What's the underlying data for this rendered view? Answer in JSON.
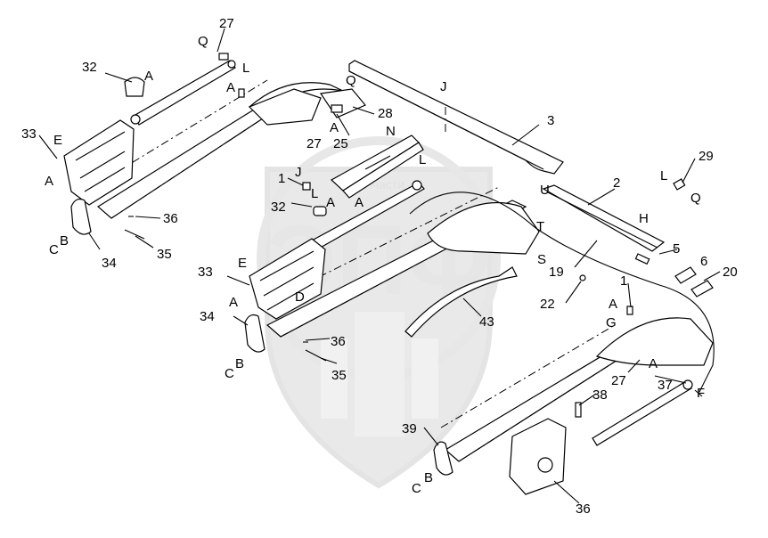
{
  "watermark": {
    "logo_text": "ЭПФ",
    "caption": "запчасти"
  },
  "callouts": [
    {
      "id": "c27a",
      "text": "27"
    },
    {
      "id": "cQa",
      "text": "Q"
    },
    {
      "id": "c32a",
      "text": "32"
    },
    {
      "id": "cAa",
      "text": "A"
    },
    {
      "id": "cLa",
      "text": "L"
    },
    {
      "id": "cAb",
      "text": "A"
    },
    {
      "id": "c33a",
      "text": "33"
    },
    {
      "id": "cEa",
      "text": "E"
    },
    {
      "id": "cAc",
      "text": "A"
    },
    {
      "id": "cQb",
      "text": "Q"
    },
    {
      "id": "cJa",
      "text": "J"
    },
    {
      "id": "c28",
      "text": "28"
    },
    {
      "id": "c27b",
      "text": "27"
    },
    {
      "id": "cAd",
      "text": "A"
    },
    {
      "id": "c25",
      "text": "25"
    },
    {
      "id": "cN",
      "text": "N"
    },
    {
      "id": "c3",
      "text": "3"
    },
    {
      "id": "cLb",
      "text": "L"
    },
    {
      "id": "c1a",
      "text": "1"
    },
    {
      "id": "cJb",
      "text": "J"
    },
    {
      "id": "cLc",
      "text": "L"
    },
    {
      "id": "cAe",
      "text": "A"
    },
    {
      "id": "cAf",
      "text": "A"
    },
    {
      "id": "c32b",
      "text": "32"
    },
    {
      "id": "c36a",
      "text": "36"
    },
    {
      "id": "cCa",
      "text": "C"
    },
    {
      "id": "cBa",
      "text": "B"
    },
    {
      "id": "c34a",
      "text": "34"
    },
    {
      "id": "c35a",
      "text": "35"
    },
    {
      "id": "c29",
      "text": "29"
    },
    {
      "id": "cLd",
      "text": "L"
    },
    {
      "id": "cQc",
      "text": "Q"
    },
    {
      "id": "cU",
      "text": "U"
    },
    {
      "id": "c2",
      "text": "2"
    },
    {
      "id": "cH",
      "text": "H"
    },
    {
      "id": "cT",
      "text": "T"
    },
    {
      "id": "c5",
      "text": "5"
    },
    {
      "id": "cS",
      "text": "S"
    },
    {
      "id": "c19",
      "text": "19"
    },
    {
      "id": "c6",
      "text": "6"
    },
    {
      "id": "c20",
      "text": "20"
    },
    {
      "id": "c33b",
      "text": "33"
    },
    {
      "id": "cEb",
      "text": "E"
    },
    {
      "id": "cAg",
      "text": "A"
    },
    {
      "id": "cD",
      "text": "D"
    },
    {
      "id": "c22",
      "text": "22"
    },
    {
      "id": "c43",
      "text": "43"
    },
    {
      "id": "c1b",
      "text": "1"
    },
    {
      "id": "cAh",
      "text": "A"
    },
    {
      "id": "cG",
      "text": "G"
    },
    {
      "id": "c34b",
      "text": "34"
    },
    {
      "id": "c36b",
      "text": "36"
    },
    {
      "id": "cBb",
      "text": "B"
    },
    {
      "id": "cCb",
      "text": "C"
    },
    {
      "id": "c35b",
      "text": "35"
    },
    {
      "id": "cAi",
      "text": "A"
    },
    {
      "id": "c27c",
      "text": "27"
    },
    {
      "id": "c37",
      "text": "37"
    },
    {
      "id": "cF",
      "text": "F"
    },
    {
      "id": "c38",
      "text": "38"
    },
    {
      "id": "c39",
      "text": "39"
    },
    {
      "id": "cBc",
      "text": "B"
    },
    {
      "id": "cCc",
      "text": "C"
    },
    {
      "id": "c36c",
      "text": "36"
    }
  ]
}
